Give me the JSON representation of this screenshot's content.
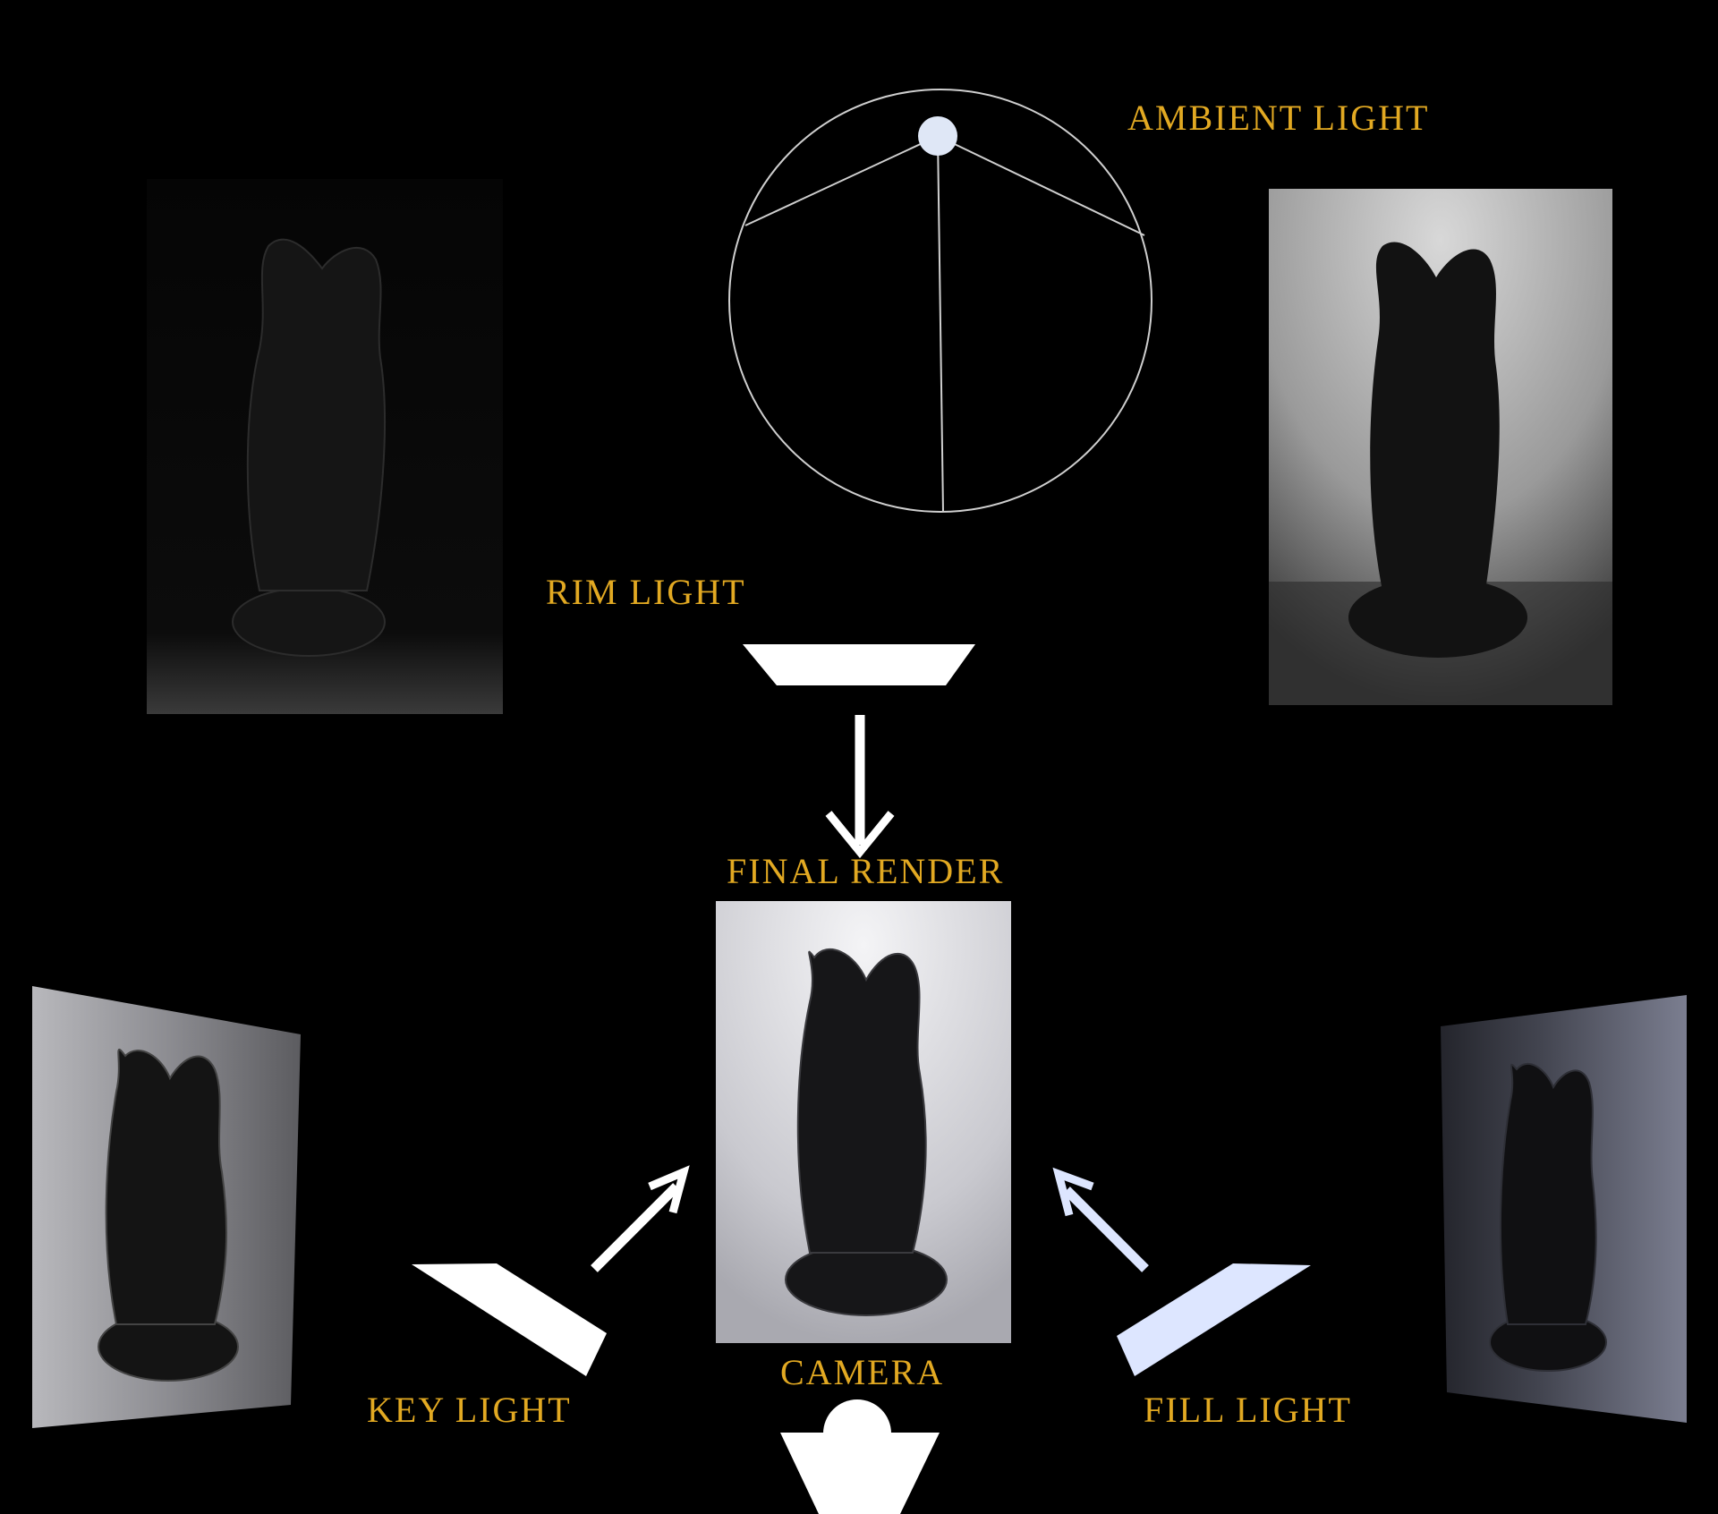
{
  "labels": {
    "ambient": "AMBIENT LIGHT",
    "rim": "RIM LIGHT",
    "final": "FINAL RENDER",
    "camera": "CAMERA",
    "key": "KEY LIGHT",
    "fill": "FILL LIGHT"
  },
  "colors": {
    "label": "#e2a922",
    "background": "#000000",
    "light_shape": "#ffffff",
    "fill_light_shape": "#dde6ff"
  },
  "images": [
    {
      "name": "rim-light-render",
      "description": "statue lit by rim light"
    },
    {
      "name": "ambient-light-render",
      "description": "statue lit by ambient light"
    },
    {
      "name": "final-render",
      "description": "statue final render"
    },
    {
      "name": "key-light-render",
      "description": "statue lit by key light"
    },
    {
      "name": "fill-light-render",
      "description": "statue lit by fill light"
    }
  ]
}
